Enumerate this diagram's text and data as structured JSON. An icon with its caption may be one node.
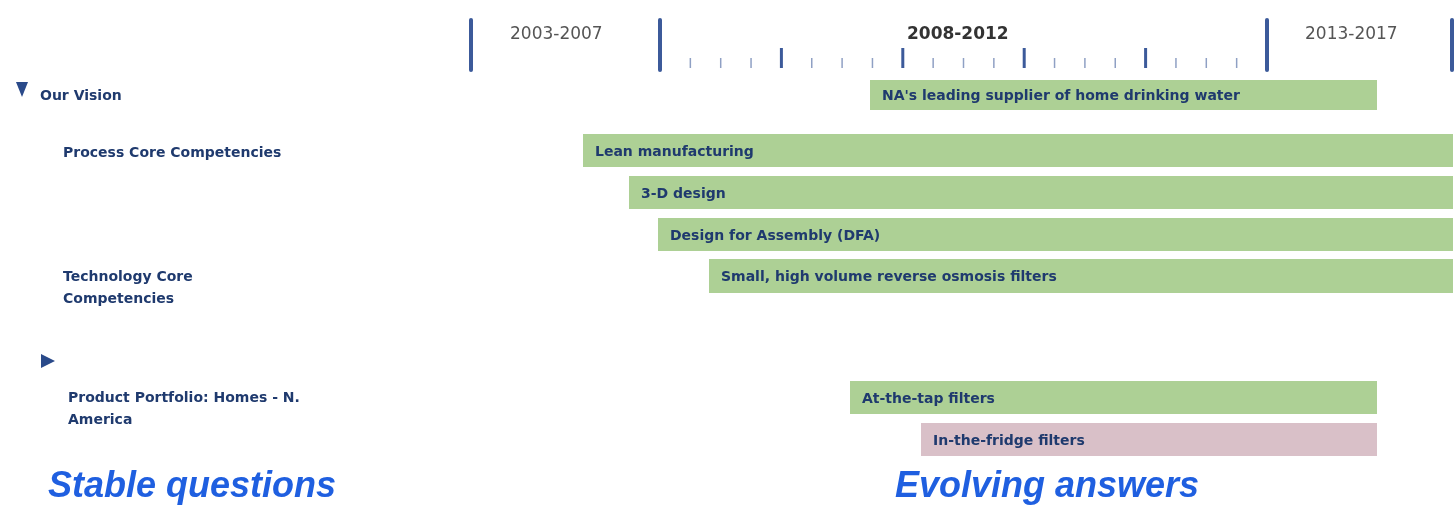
{
  "diagram": {
    "nodes": [
      {
        "text": [
          "NA's leading supplier of home drinking water"
        ]
      },
      {
        "text": [
          "Lean manufacturing"
        ]
      },
      {
        "text": [
          "3-D design"
        ]
      },
      {
        "text": [
          "Design for Assembly (DFA)"
        ]
      },
      {
        "text": [
          "Small, high volume reverse osmosis filters"
        ]
      },
      {
        "text": [
          "At-the-tap filters"
        ]
      },
      {
        "text": [
          "In-the-fridge filters"
        ]
      }
    ],
    "labels": [
      "2003-2007",
      "2008-2012",
      "2013-2017",
      "Our Vision",
      "Process Core Competencies",
      "Technology Core Competencies",
      "Product Portfolio: Homes - N. America",
      "Stable questions",
      "Evolving answers"
    ]
  }
}
